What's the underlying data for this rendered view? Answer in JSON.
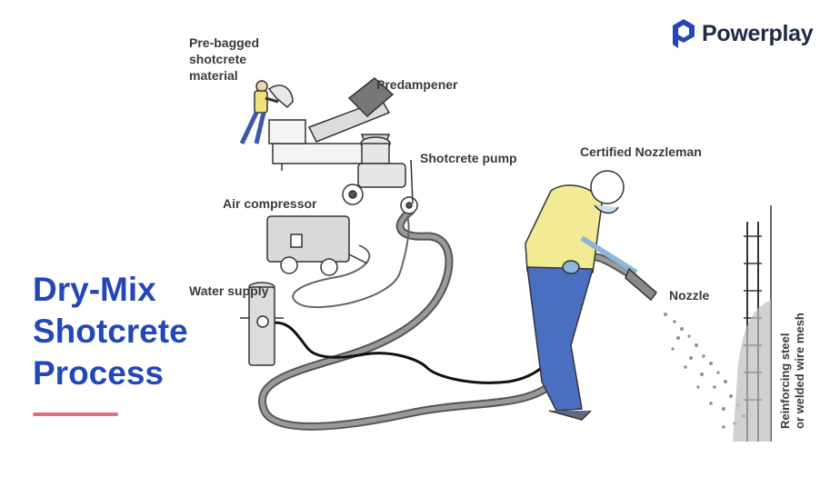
{
  "title": {
    "line1": "Dry-Mix",
    "line2": "Shotcrete",
    "line3": "Process"
  },
  "brand": {
    "name": "Powerplay",
    "accent": "#e0435a",
    "primary": "#2447b8",
    "icon": "powerplay-logo-icon"
  },
  "labels": {
    "prebagged": [
      "Pre-bagged",
      "shotcrete",
      "material"
    ],
    "predampener": "Predampener",
    "shotcrete_pump": "Shotcrete pump",
    "air_compressor": "Air compressor",
    "water_supply": "Water supply",
    "nozzleman": "Certified Nozzleman",
    "nozzle": "Nozzle",
    "reinforcing": [
      "Reinforcing steel",
      "or welded wire mesh"
    ]
  }
}
